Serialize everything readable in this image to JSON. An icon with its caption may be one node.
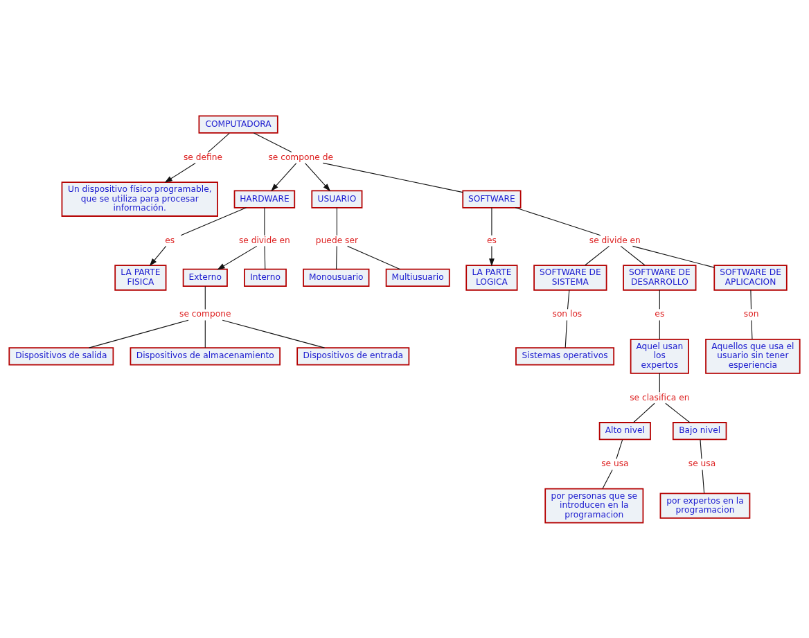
{
  "diagram": {
    "nodes": [
      {
        "text": [
          "COMPUTADORA"
        ]
      },
      {
        "text": [
          "se define"
        ]
      },
      {
        "text": [
          "Un dispositivo físico programable, que se utiliza para procesar información."
        ]
      },
      {
        "text": [
          "se compone de"
        ]
      },
      {
        "text": [
          "HARDWARE"
        ]
      },
      {
        "text": [
          "USUARIO"
        ]
      },
      {
        "text": [
          "SOFTWARE"
        ]
      },
      {
        "text": [
          "es"
        ]
      },
      {
        "text": [
          "LA PARTE FISICA"
        ]
      },
      {
        "text": [
          "se divide en"
        ]
      },
      {
        "text": [
          "Externo"
        ]
      },
      {
        "text": [
          "Interno"
        ]
      },
      {
        "text": [
          "se compone"
        ]
      },
      {
        "text": [
          "Dispositivos de salida"
        ]
      },
      {
        "text": [
          "Dispositivos de almacenamiento"
        ]
      },
      {
        "text": [
          "Dispositivos de entrada"
        ]
      },
      {
        "text": [
          "es"
        ]
      },
      {
        "text": [
          "LA PARTE LOGICA"
        ]
      },
      {
        "text": [
          "puede ser"
        ]
      },
      {
        "text": [
          "Monousuario"
        ]
      },
      {
        "text": [
          "Multiusuario"
        ]
      },
      {
        "text": [
          "se divide en"
        ]
      },
      {
        "text": [
          "SOFTWARE DE SISTEMA"
        ]
      },
      {
        "text": [
          "SOFTWARE DE DESARROLLO"
        ]
      },
      {
        "text": [
          "SOFTWARE DE APLICACION"
        ]
      },
      {
        "text": [
          "son los"
        ]
      },
      {
        "text": [
          "Sistemas operativos"
        ]
      },
      {
        "text": [
          "es"
        ]
      },
      {
        "text": [
          "Aquel usan los expertos"
        ]
      },
      {
        "text": [
          "son"
        ]
      },
      {
        "text": [
          "Aquellos que usa el usuario sin tener esperiencia"
        ]
      },
      {
        "text": [
          "se clasifica en"
        ]
      },
      {
        "text": [
          "Alto nivel"
        ]
      },
      {
        "text": [
          "Bajo nivel"
        ]
      },
      {
        "text": [
          "se usa"
        ]
      },
      {
        "text": [
          "por personas que se introducen en la programacion"
        ]
      },
      {
        "text": [
          "se usa"
        ]
      },
      {
        "text": [
          "por expertos en la programacion"
        ]
      }
    ],
    "edges": [
      {
        "from": 0,
        "to": 1,
        "arrow": "none"
      },
      {
        "from": 1,
        "to": 2,
        "arrow": "to"
      },
      {
        "from": 0,
        "to": 3,
        "arrow": "none"
      },
      {
        "from": 3,
        "to": 4,
        "arrow": "to"
      },
      {
        "from": 3,
        "to": 5,
        "arrow": "to"
      },
      {
        "from": 3,
        "to": 6,
        "arrow": "none"
      },
      {
        "from": 4,
        "to": 7,
        "arrow": "none"
      },
      {
        "from": 7,
        "to": 8,
        "arrow": "to"
      },
      {
        "from": 4,
        "to": 9,
        "arrow": "none"
      },
      {
        "from": 9,
        "to": 10,
        "arrow": "to"
      },
      {
        "from": 9,
        "to": 11,
        "arrow": "none"
      },
      {
        "from": 10,
        "to": 12,
        "arrow": "none"
      },
      {
        "from": 12,
        "to": 13,
        "arrow": "none"
      },
      {
        "from": 12,
        "to": 14,
        "arrow": "none"
      },
      {
        "from": 12,
        "to": 15,
        "arrow": "none"
      },
      {
        "from": 6,
        "to": 16,
        "arrow": "none"
      },
      {
        "from": 16,
        "to": 17,
        "arrow": "to"
      },
      {
        "from": 5,
        "to": 18,
        "arrow": "none"
      },
      {
        "from": 18,
        "to": 19,
        "arrow": "none"
      },
      {
        "from": 18,
        "to": 20,
        "arrow": "none"
      },
      {
        "from": 6,
        "to": 21,
        "arrow": "none"
      },
      {
        "from": 21,
        "to": 22,
        "arrow": "none"
      },
      {
        "from": 21,
        "to": 23,
        "arrow": "none"
      },
      {
        "from": 21,
        "to": 24,
        "arrow": "none"
      },
      {
        "from": 22,
        "to": 25,
        "arrow": "none"
      },
      {
        "from": 25,
        "to": 26,
        "arrow": "none"
      },
      {
        "from": 23,
        "to": 27,
        "arrow": "none"
      },
      {
        "from": 27,
        "to": 28,
        "arrow": "none"
      },
      {
        "from": 24,
        "to": 29,
        "arrow": "none"
      },
      {
        "from": 29,
        "to": 30,
        "arrow": "none"
      },
      {
        "from": 28,
        "to": 31,
        "arrow": "none"
      },
      {
        "from": 31,
        "to": 32,
        "arrow": "none"
      },
      {
        "from": 31,
        "to": 33,
        "arrow": "none"
      },
      {
        "from": 32,
        "to": 34,
        "arrow": "none"
      },
      {
        "from": 34,
        "to": 35,
        "arrow": "none"
      },
      {
        "from": 33,
        "to": 36,
        "arrow": "none"
      },
      {
        "from": 36,
        "to": 37,
        "arrow": "none"
      }
    ]
  }
}
